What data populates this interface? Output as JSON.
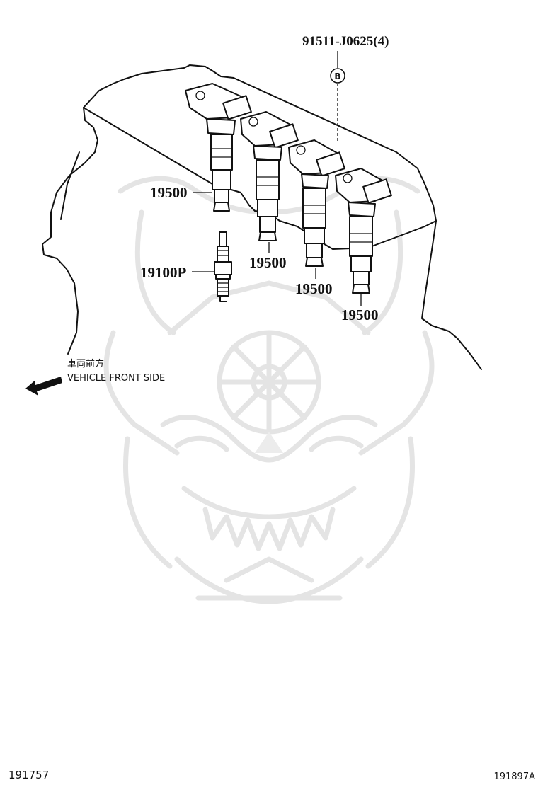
{
  "callouts": {
    "bolt": "91511-J0625(4)",
    "bolt_ref": "B",
    "coil_1": "19500",
    "coil_2": "19500",
    "coil_3": "19500",
    "coil_4": "19500",
    "spark_plug": "19100P"
  },
  "direction": {
    "label_jp": "車両前方",
    "label_en": "VEHICLE FRONT SIDE",
    "icon": "arrow-left-icon"
  },
  "footer": {
    "left_code": "191757",
    "right_code": "191897A"
  },
  "watermark": {
    "icon": "samurai-helmet-watermark-icon",
    "color": "#e4e4e4"
  }
}
